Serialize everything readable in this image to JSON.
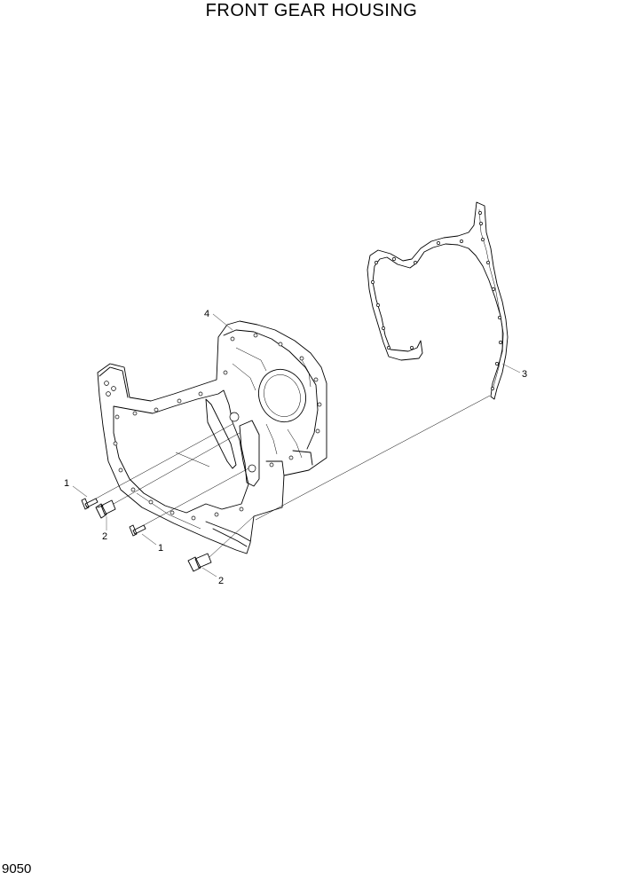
{
  "title": "FRONT GEAR HOUSING",
  "page_number": "9050",
  "callouts": [
    {
      "id": "c1a",
      "label": "1"
    },
    {
      "id": "c2a",
      "label": "2"
    },
    {
      "id": "c1b",
      "label": "1"
    },
    {
      "id": "c2b",
      "label": "2"
    },
    {
      "id": "c3",
      "label": "3"
    },
    {
      "id": "c4",
      "label": "4"
    }
  ]
}
